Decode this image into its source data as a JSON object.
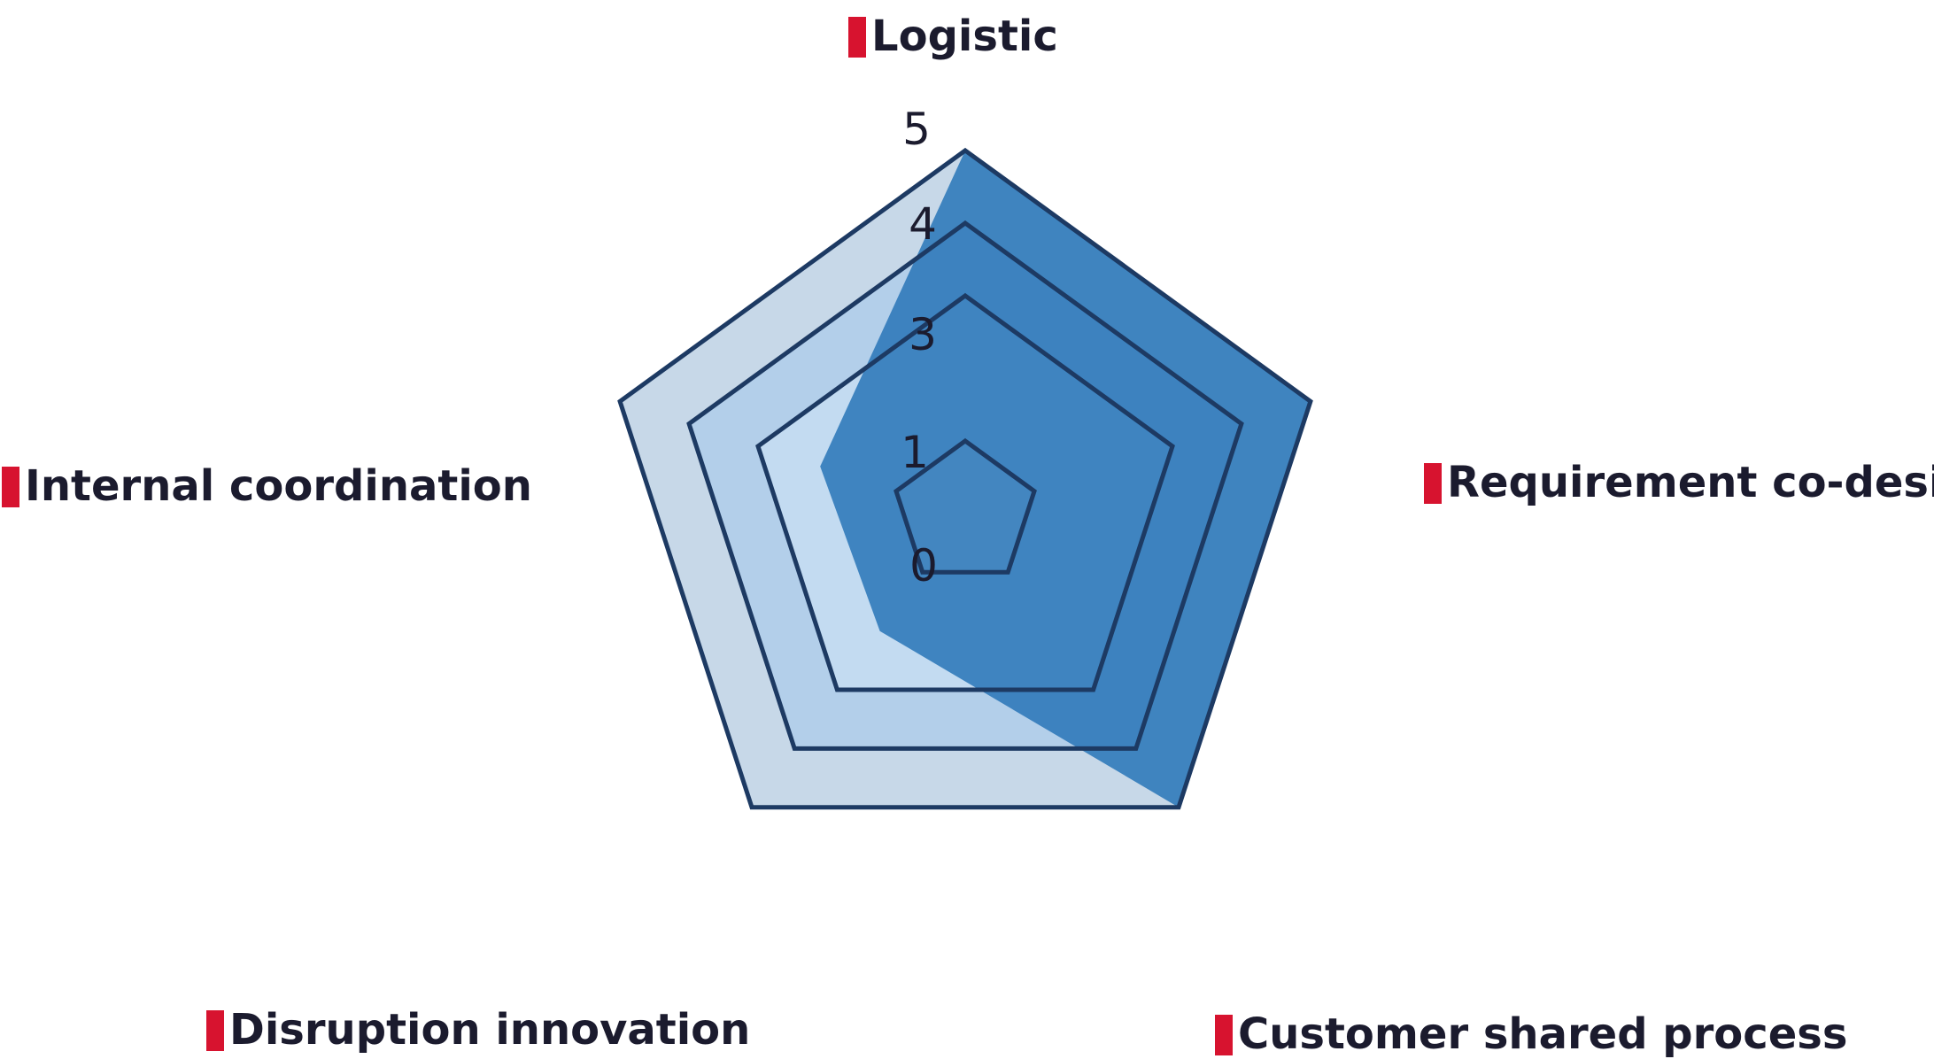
{
  "chart_data": {
    "type": "radar",
    "title": "",
    "axes": [
      "Logistic",
      "Requirement co-design",
      "Customer shared process",
      "Disruption innovation",
      "Internal coordination"
    ],
    "tick_labels": [
      "0",
      "1",
      "3",
      "4",
      "5"
    ],
    "ylim": [
      0,
      5
    ],
    "grid_levels": [
      1,
      3,
      4,
      5
    ],
    "series": [
      {
        "values": [
          5,
          5,
          5,
          2,
          2.1
        ],
        "color": "#2c78b8"
      }
    ],
    "colors": {
      "band_outer": "#c7d8e8",
      "band_4": "#b3cfea",
      "band_3": "#c3dbf1",
      "band_1": "#e3ebf5",
      "grid_stroke": "#1d3a63",
      "series_fill": "#2c78b8",
      "series_fill_opacity": "0.88",
      "label_marker": "#d7132f"
    }
  }
}
